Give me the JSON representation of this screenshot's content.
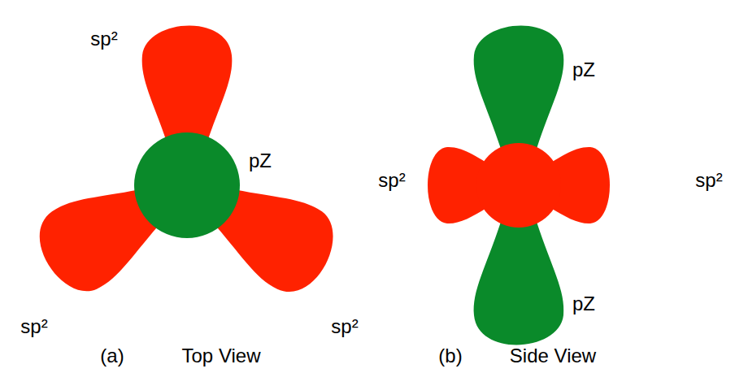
{
  "diagram": {
    "labels": [
      "sp²",
      "pZ",
      "sp²",
      "sp²",
      "pZ",
      "sp²",
      "sp²",
      "pZ",
      "(a)",
      "Top View",
      "(b)",
      "Side View"
    ]
  }
}
